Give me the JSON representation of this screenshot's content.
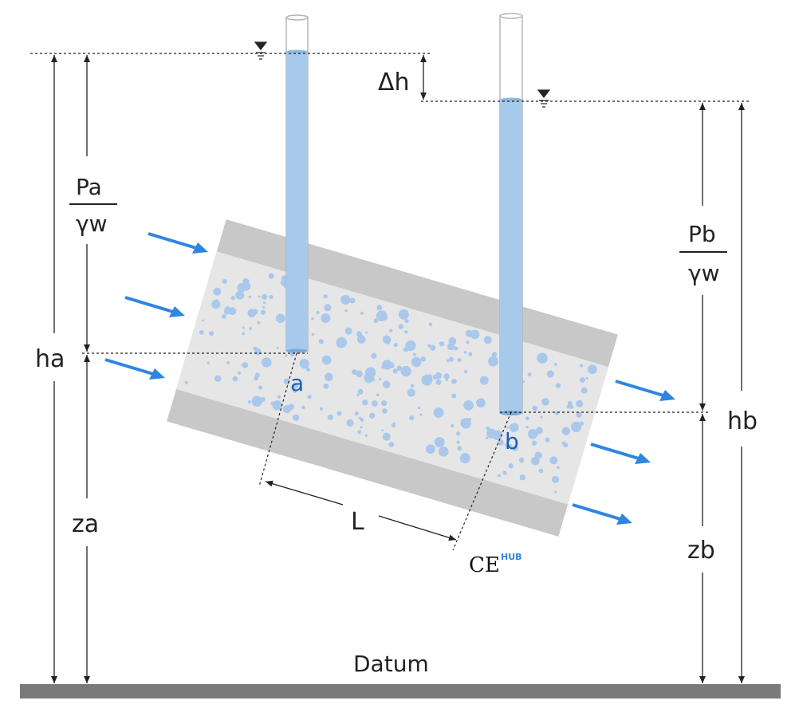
{
  "labels": {
    "delta_h": "Δh",
    "pa_num": "Pa",
    "pa_den": "γw",
    "pb_num": "Pb",
    "pb_den": "γw",
    "ha": "ha",
    "hb": "hb",
    "za": "za",
    "zb": "zb",
    "point_a": "a",
    "point_b": "b",
    "length": "L",
    "datum": "Datum"
  },
  "logo": {
    "ce": "CE",
    "hub": "HUB"
  },
  "colors": {
    "water": "#a7c9ea",
    "water_stroke": "#7aa8d8",
    "arrow": "#2f86e0",
    "soil": "#e6e6e6",
    "casing": "#c8c8c8",
    "datum": "#7a7a7a",
    "point_label": "#1a5fb4",
    "particle": "#a9c8ec"
  }
}
